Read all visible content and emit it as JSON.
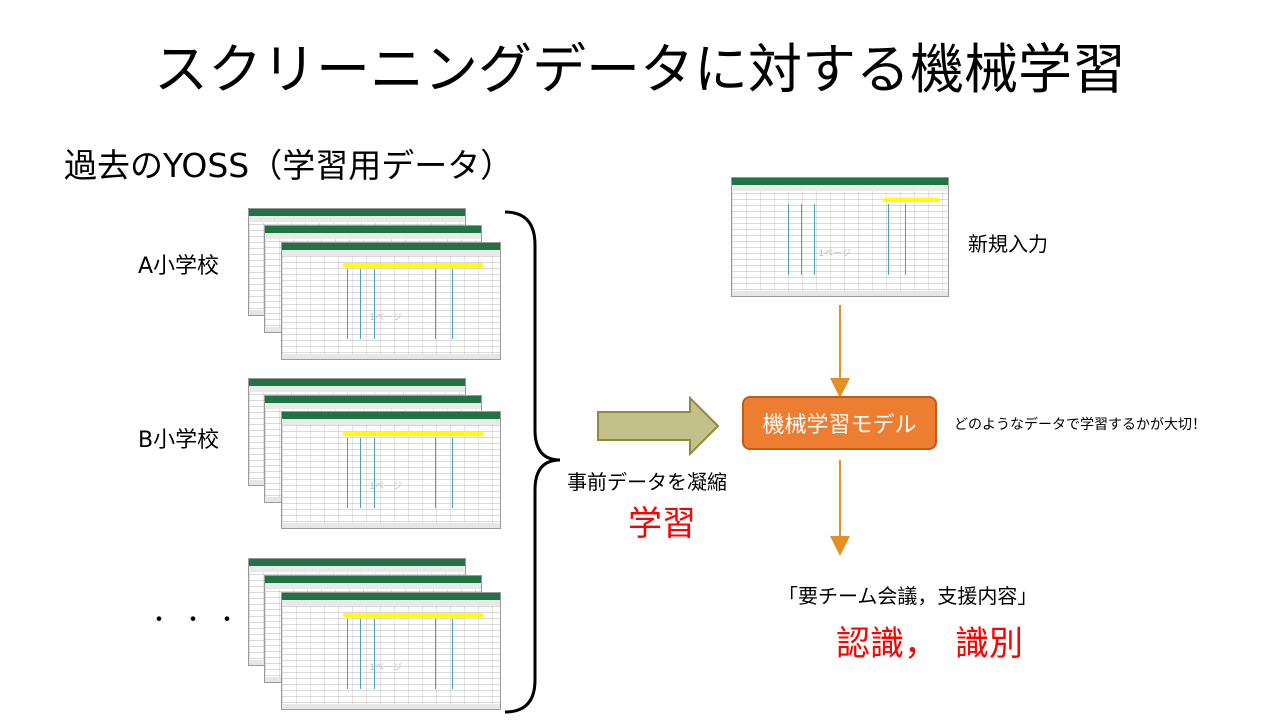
{
  "title": "スクリーニングデータに対する機械学習",
  "subtitle": "過去のYOSS（学習用データ）",
  "schools": {
    "a": "A小学校",
    "b": "B小学校",
    "dots": "・・・"
  },
  "new_input": "新規入力",
  "condense_label": "事前データを凝縮",
  "learning_label": "学習",
  "model": {
    "label": "機械学習モデル",
    "color": "#ed7d31"
  },
  "note": "どのようなデータで学習するかが大切！",
  "output_label": "「要チーム会議，支援内容」",
  "recognition_label": "認識，　識別",
  "spreadsheet_watermark": "1ページ",
  "colors": {
    "highlight_red": "#ff0000",
    "arrow_orange": "#e48f23",
    "block_arrow_fill": "#c3c08a",
    "block_arrow_stroke": "#8f8b3a",
    "sheet_header": "#217346"
  }
}
